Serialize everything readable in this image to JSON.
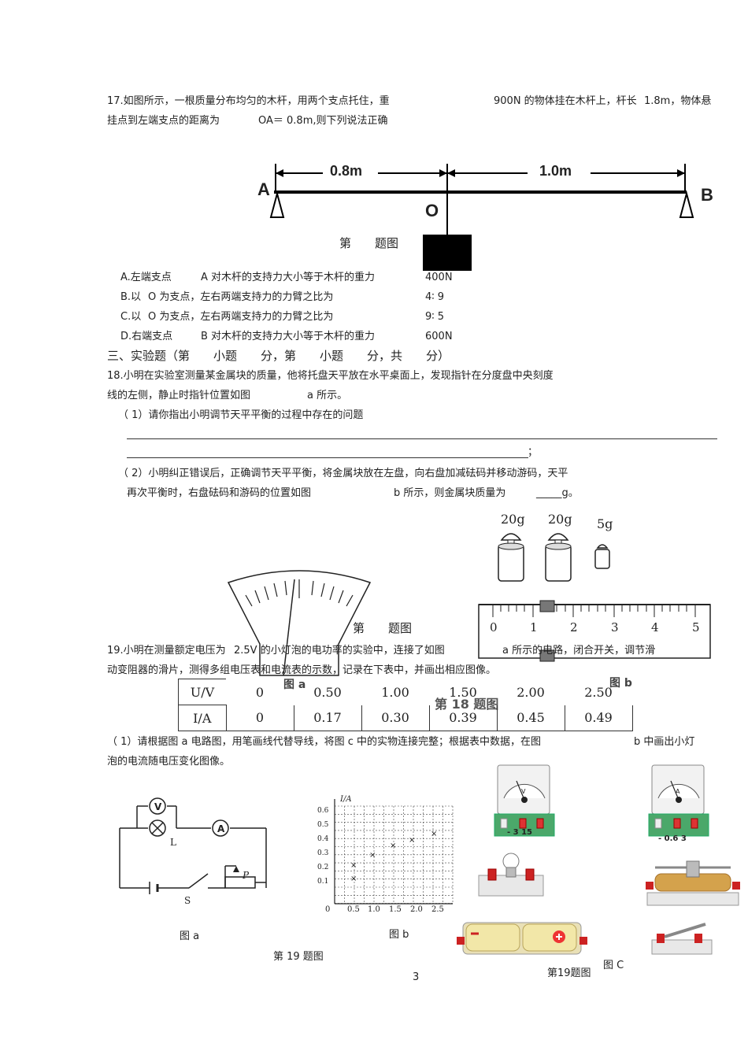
{
  "q17": {
    "line1_a": "17.如图所示，一根质量分布均匀的木杆，用两个支点托住，重",
    "line1_b": "900N 的物体挂在木杆上，杆长",
    "line1_c": "1.8m，物体悬",
    "line2_a": "挂点到左端支点的距离为",
    "line2_b": "OA＝ 0.8m,则下列说法正确",
    "fig_dist_left": "0.8m",
    "fig_dist_right": "1.0m",
    "fig_label_a": "A",
    "fig_label_o": "O",
    "fig_label_b": "B",
    "fig_caption": "第　　题图",
    "options": [
      {
        "key": "A.左端支点",
        "mid": "A 对木杆的支持力大小等于木杆的重力",
        "val": "400N"
      },
      {
        "key": "B.以",
        "mid": "O 为支点，左右两端支持力的力臂之比为",
        "val": "4∶ 9"
      },
      {
        "key": "C.以",
        "mid": "O 为支点，左右两端支持力的力臂之比为",
        "val": "9∶ 5"
      },
      {
        "key": "D.右端支点",
        "mid": "B 对木杆的支持力大小等于木杆的重力",
        "val": "600N"
      }
    ]
  },
  "section3": "三、实验题（第　　小题　　分，第　　小题　　分，共　　分）",
  "q18": {
    "line1": "18.小明在实验室测量某金属块的质量，他将托盘天平放在水平桌面上，发现指针在分度盘中央刻度",
    "line2_a": "线的左侧，静止时指针位置如图",
    "line2_b": "a 所示。",
    "p1": "（ 1）请你指出小明调节天平平衡的过程中存在的问题",
    "p1_end": "；",
    "p2_line1": "（ 2）小明纠正错误后，正确调节天平平衡，将金属块放在左盘，向右盘加减砝码并移动游码，天平",
    "p2_line2_a": "再次平衡时，右盘砝码和游码的位置如图",
    "p2_line2_b": "b 所示，则金属块质量为",
    "p2_blank": "_____g。",
    "weights": [
      "20g",
      "20g",
      "5g"
    ],
    "ruler_ticks": [
      "0",
      "1",
      "2",
      "3",
      "4",
      "5"
    ],
    "fig_a_label": "图 a",
    "fig_b_label": "图 b",
    "fig_caption": "第 18 题图",
    "overlay_caption": "第　　题图"
  },
  "q19": {
    "line1_a": "19.小明在测量额定电压为",
    "line1_b": "2.5V 的小灯泡的电功率的实验中，连接了如图",
    "line1_c": "a 所示的电路，闭合开关，调节滑",
    "line2": "动变阻器的滑片，测得多组电压表和电流表的示数，记录在下表中，并画出相应图像。",
    "table_headers": [
      "U/V",
      "I/A"
    ],
    "u_values": [
      "0",
      "0.50",
      "1.00",
      "1.50",
      "2.00",
      "2.50"
    ],
    "i_values": [
      "0",
      "0.17",
      "0.30",
      "0.39",
      "0.45",
      "0.49"
    ],
    "p1_a": "（ 1）请根据图 a 电路图，用笔画线代替导线，将图 c 中的实物连接完整；根据表中数据，在图",
    "p1_b": "b 中画出小灯",
    "p1_line2": "泡的电流随电压变化图像。",
    "circuit_v": "V",
    "circuit_a": "A",
    "circuit_l": "L",
    "circuit_s": "S",
    "circuit_p": "P",
    "graph_ylabel": "I/A",
    "graph_yticks": [
      "0.6",
      "0.5",
      "0.4",
      "0.3",
      "0.2",
      "0.1"
    ],
    "graph_xticks": [
      "0",
      "0.5",
      "1.0",
      "1.5",
      "2.0",
      "2.5"
    ],
    "voltmeter_terminals": "-   3   15",
    "ammeter_terminals": "-   0.6   3",
    "fig_a_label": "图 a",
    "fig_b_label": "图 b",
    "fig_c_label": "图 C",
    "fig_caption": "第 19 题图",
    "fig_caption_c": "第19题图"
  },
  "page_number": "3"
}
